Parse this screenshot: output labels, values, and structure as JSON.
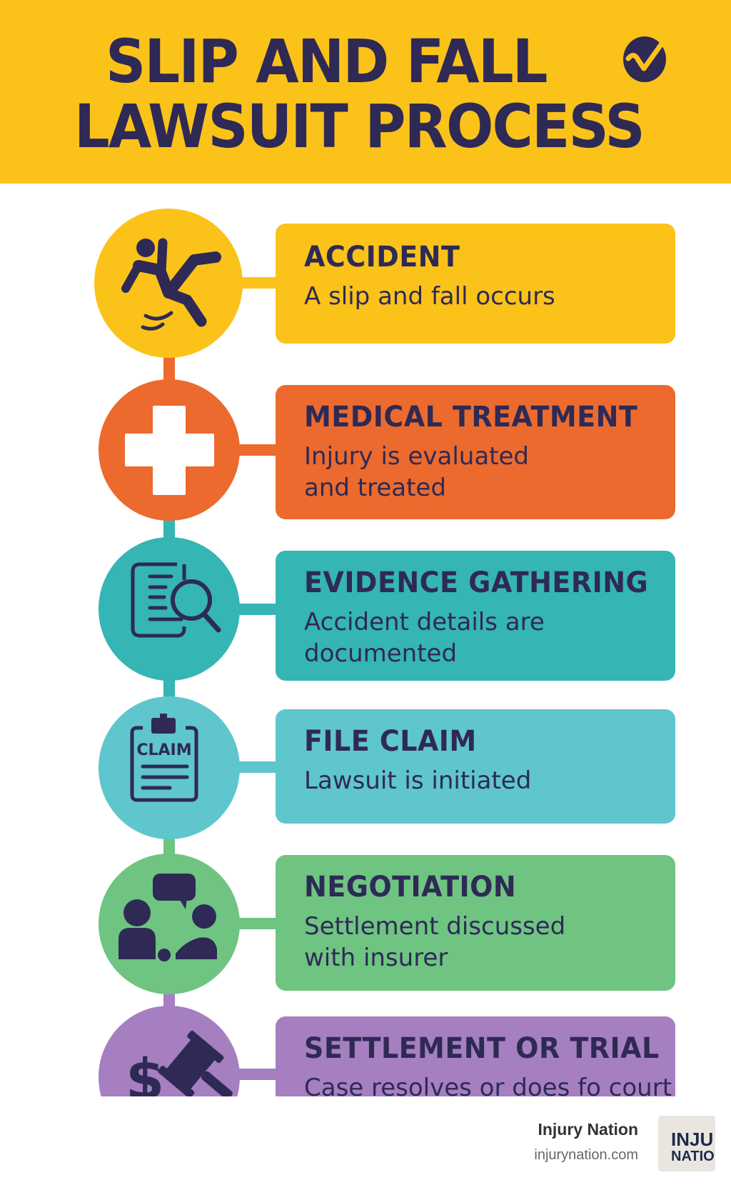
{
  "header": {
    "title_line1": "SLIP AND FALL",
    "title_line2": "LAWSUIT PROCESS",
    "icon": "check-circle-icon"
  },
  "colors": {
    "header": "#FBC21A",
    "text": "#2E2A55",
    "accident": "#FBC21A",
    "medical": "#EC6A2E",
    "evidence": "#35B5B3",
    "claim": "#5EC6CC",
    "negotiation": "#6FC482",
    "settlement": "#A57FC0"
  },
  "steps": [
    {
      "title": "ACCIDENT",
      "description": "A slip and fall occurs",
      "icon": "person-slipping-icon"
    },
    {
      "title": "MEDICAL TREATMENT",
      "description": "Injury is evaluated\nand treated",
      "icon": "medical-cross-icon"
    },
    {
      "title": "EVIDENCE GATHERING",
      "description": "Accident details are\ndocumented",
      "icon": "document-search-icon"
    },
    {
      "title": "FILE CLAIM",
      "description": "Lawsuit is initiated",
      "icon": "clipboard-claim-icon",
      "icon_text": "CLAIM"
    },
    {
      "title": "NEGOTIATION",
      "description": "Settlement discussed\nwith insurer",
      "icon": "people-discussion-icon"
    },
    {
      "title": "SETTLEMENT OR TRIAL",
      "description": "Case resolves or does fo court",
      "icon": "dollar-gavel-icon"
    }
  ],
  "footer": {
    "brand": "Injury Nation",
    "url": "injurynation.com",
    "logo_text_line1": "INJU",
    "logo_text_line2": "NATIO"
  }
}
